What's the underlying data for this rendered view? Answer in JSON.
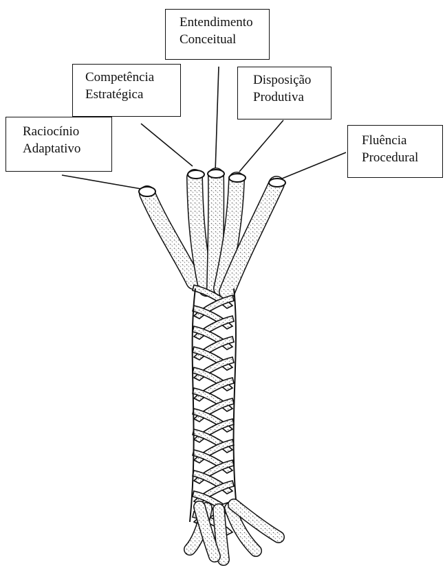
{
  "diagram": {
    "strands": [
      {
        "id": "entendimento",
        "line1": "Entendimento",
        "line2": "Conceitual"
      },
      {
        "id": "competencia",
        "line1": "Competência",
        "line2": "Estratégica"
      },
      {
        "id": "disposicao",
        "line1": "Disposição",
        "line2": "Produtiva"
      },
      {
        "id": "raciocinio",
        "line1": "Raciocínio",
        "line2": "Adaptativo"
      },
      {
        "id": "fluencia",
        "line1": "Fluência",
        "line2": "Procedural"
      }
    ],
    "colors": {
      "line": "#111111",
      "rope_fill": "#ffffff",
      "rope_stipple": "#555555"
    }
  }
}
